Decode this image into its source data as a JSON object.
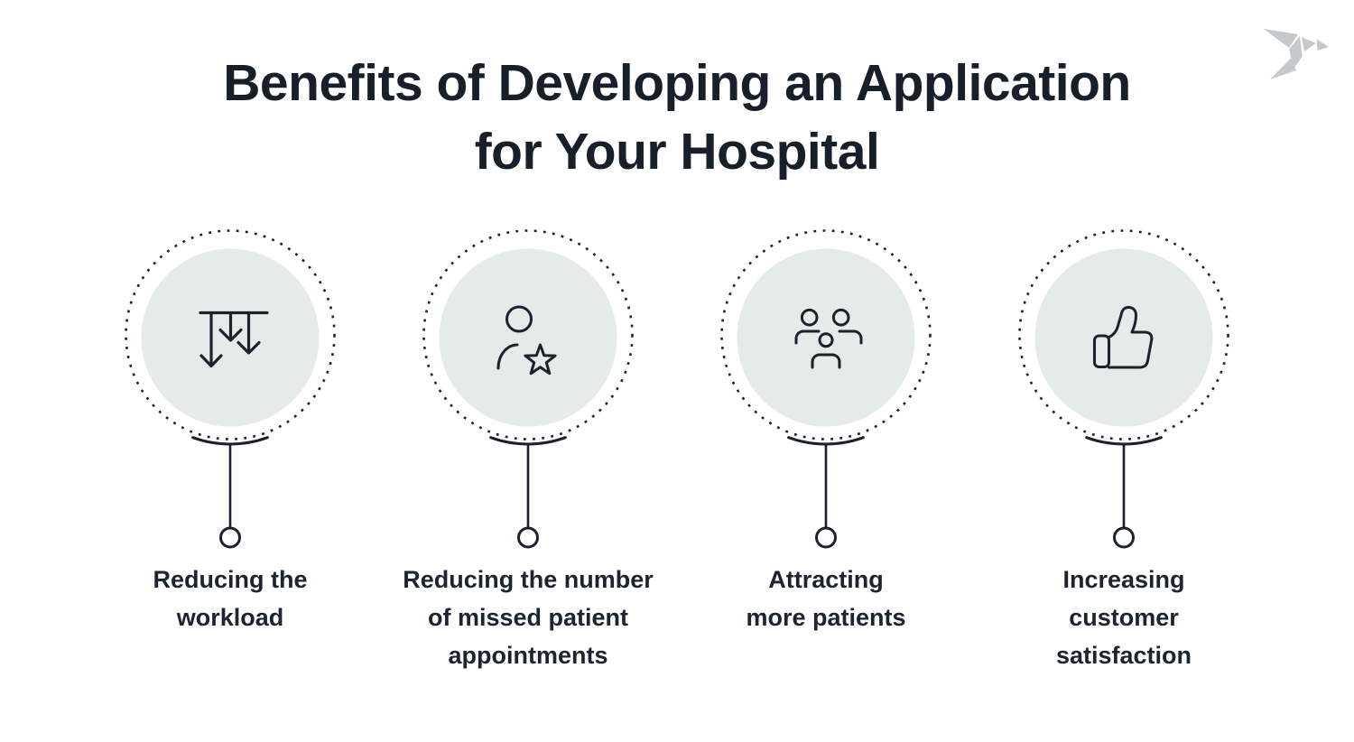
{
  "header": {
    "title": "Benefits of Developing an Application\nfor Your Hospital",
    "logo": "origami-bird-logo"
  },
  "colors": {
    "background": "#ffffff",
    "title_text": "#161f2a",
    "label_text": "#1b2430",
    "icon_stroke": "#1b222d",
    "circle_fill": "#e4ebe8",
    "logo_gray": "#c6c9cc"
  },
  "benefits": {
    "items": [
      {
        "label": "Reducing the\nworkload",
        "icon": "decrease-arrows-icon"
      },
      {
        "label": "Reducing the number\nof missed patient\nappointments",
        "icon": "patient-star-icon"
      },
      {
        "label": "Attracting\nmore patients",
        "icon": "patients-group-icon"
      },
      {
        "label": "Increasing\ncustomer\nsatisfaction",
        "icon": "thumbs-up-icon"
      }
    ]
  }
}
